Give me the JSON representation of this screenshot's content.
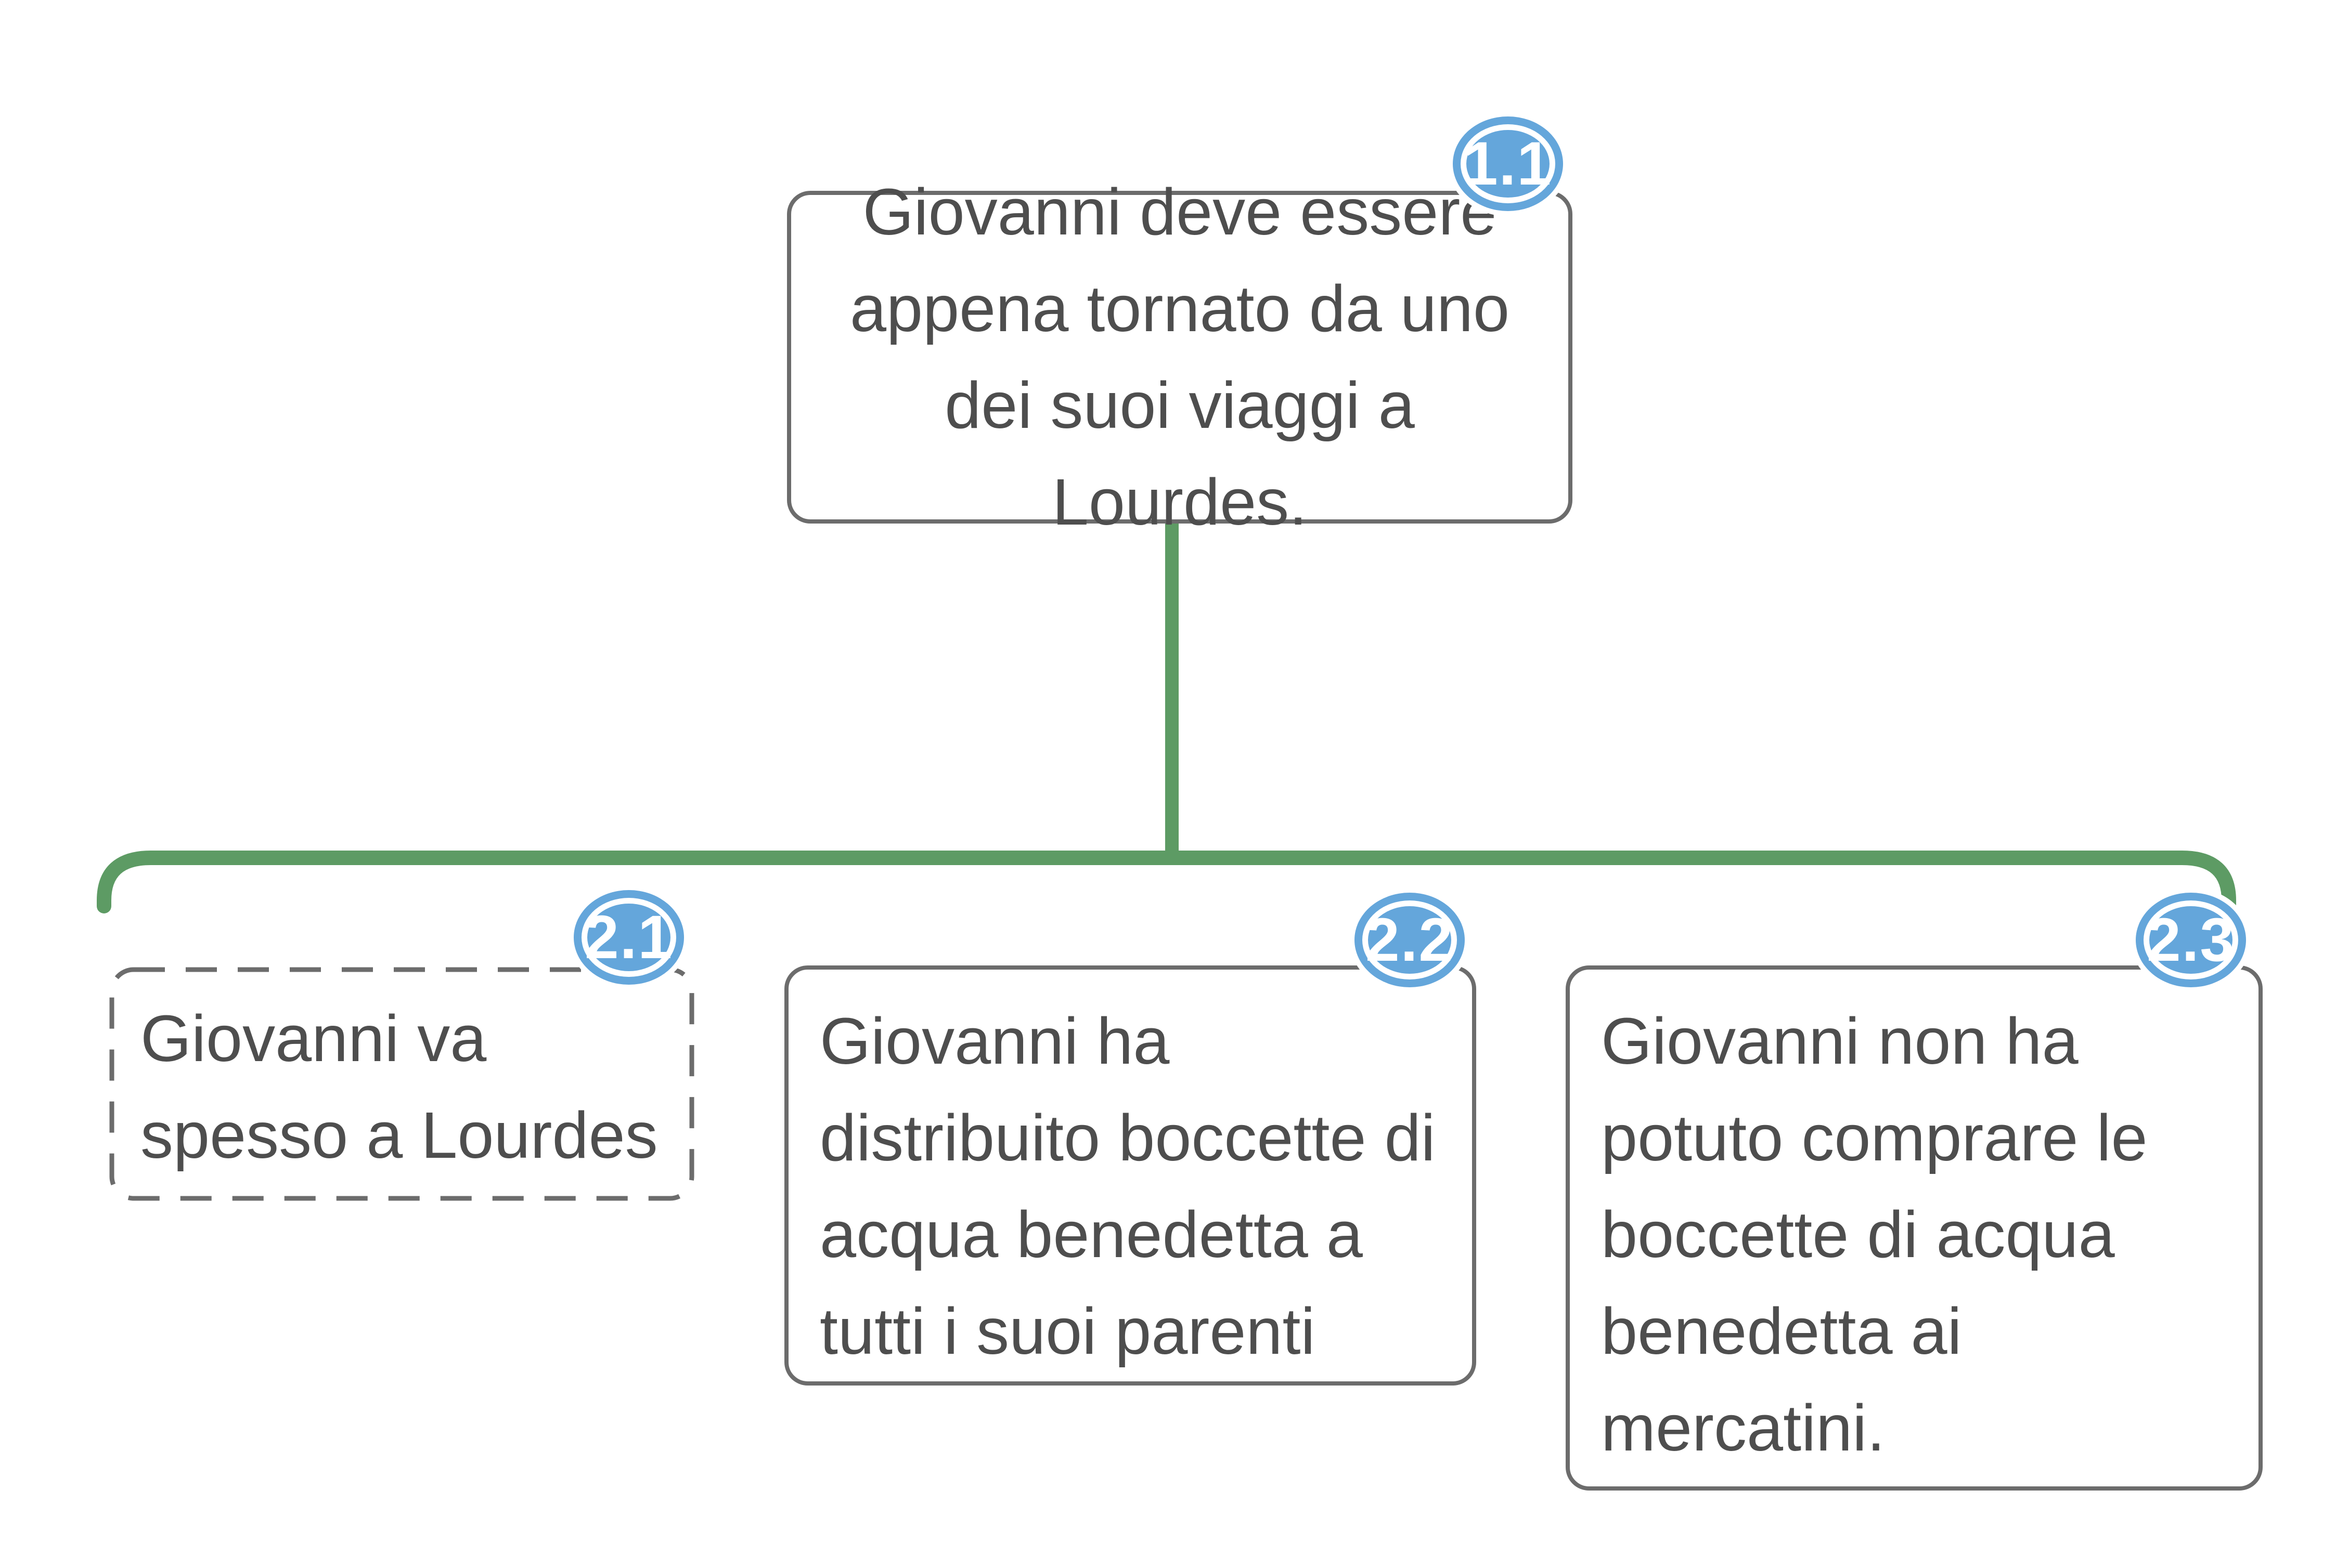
{
  "colors": {
    "connector_green": "#5D9B64",
    "badge_blue": "#64A6DB",
    "badge_text": "#FFFFFF",
    "box_border_gray": "#6C6C6C",
    "node_text_gray": "#4E4E4E",
    "background": "#FFFFFF"
  },
  "nodes": {
    "root": {
      "badge": "1.1",
      "text": "Giovanni deve essere\nappena tornato da uno\ndei suoi viaggi a Lourdes.",
      "border_style": "solid"
    },
    "children": [
      {
        "badge": "2.1",
        "text": "Giovanni va\nspesso a Lourdes",
        "border_style": "dashed"
      },
      {
        "badge": "2.2",
        "text": "Giovanni ha\ndistribuito boccette di\nacqua benedetta a\ntutti i suoi parenti",
        "border_style": "solid"
      },
      {
        "badge": "2.3",
        "text": "Giovanni non ha\npotuto comprare le\nboccette di acqua\nbenedetta ai\nmercatini.",
        "border_style": "solid"
      }
    ]
  }
}
